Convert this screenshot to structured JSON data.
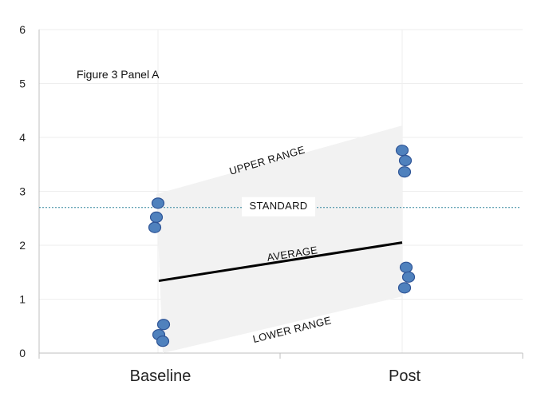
{
  "chart_data": {
    "type": "scatter",
    "title": "Figure 3 Panel A",
    "categories": [
      "Baseline",
      "Post"
    ],
    "ylim": [
      0,
      6
    ],
    "yticks": [
      0,
      1,
      2,
      3,
      4,
      5,
      6
    ],
    "grid": true,
    "points": [
      {
        "category": "Baseline",
        "values": [
          2.78,
          2.52,
          2.33,
          0.53,
          0.34,
          0.22
        ]
      },
      {
        "category": "Post",
        "values": [
          3.76,
          3.57,
          3.36,
          1.59,
          1.41,
          1.21
        ]
      }
    ],
    "upper_range": [
      2.95,
      4.22
    ],
    "lower_range": [
      0.0,
      1.05
    ],
    "average": [
      1.34,
      2.05
    ],
    "standard": 2.7,
    "annotations": {
      "upper": "UPPER RANGE",
      "lower": "LOWER RANGE",
      "average": "AVERAGE",
      "standard": "STANDARD"
    },
    "colors": {
      "point_fill": "#4f81bd",
      "point_stroke": "#2f5597",
      "band": "#f2f2f2",
      "average_line": "#000000",
      "standard_line": "#31859c",
      "grid": "#eeeeee",
      "axis": "#bfbfbf"
    }
  }
}
